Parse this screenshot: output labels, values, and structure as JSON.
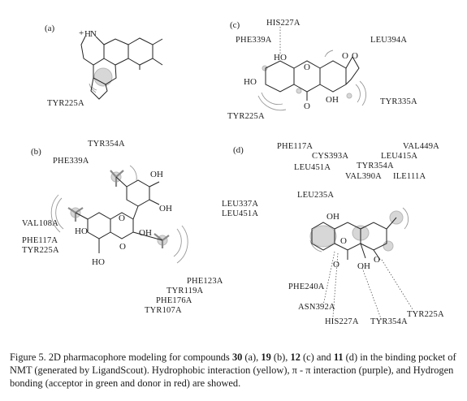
{
  "panels": {
    "a": {
      "tag": "(a)",
      "atoms": {
        "nh": "H",
        "plus": "+",
        "n": "N"
      },
      "residues": [
        "TYR225A"
      ]
    },
    "b": {
      "tag": "(b)",
      "atoms": [
        "OH",
        "OH",
        "HO",
        "OH",
        "HO",
        "O",
        "O"
      ],
      "residues": [
        "TYR354A",
        "PHE339A",
        "VAL108A",
        "PHE117A",
        "TYR225A",
        "PHE123A",
        "TYR119A",
        "PHE176A",
        "TYR107A"
      ]
    },
    "c": {
      "tag": "(c)",
      "atoms": [
        "HO",
        "HO",
        "O",
        "O",
        "O",
        "OH",
        "O"
      ],
      "residues": [
        "HIS227A",
        "PHE339A",
        "LEU394A",
        "TYR225A",
        "TYR335A"
      ]
    },
    "d": {
      "tag": "(d)",
      "atoms": [
        "OH",
        "O",
        "O",
        "OH",
        "O"
      ],
      "residues": [
        "PHE117A",
        "VAL449A",
        "CYS393A",
        "LEU415A",
        "LEU451A",
        "TYR354A",
        "VAL390A",
        "ILE111A",
        "LEU235A",
        "PHE240A",
        "ASN392A",
        "HIS227A",
        "TYR354A",
        "TYR225A"
      ]
    },
    "middle": {
      "residues": [
        "LEU337A",
        "LEU451A"
      ]
    }
  },
  "caption": {
    "figure_label": "Figure 5.",
    "text_1": " 2D pharmacophore modeling for compounds ",
    "c30": "30",
    "t_a": " (a), ",
    "c19": "19",
    "t_b": " (b), ",
    "c12": "12",
    "t_c": " (c) and ",
    "c11": "11",
    "t_d": " (d) in the binding pocket of NMT (generated by LigandScout). Hydrophobic interaction (yellow), ",
    "pi": "π - π",
    "t_end": " interaction (purple), and Hydrogen bonding (acceptor in green and donor in red) are showed."
  }
}
